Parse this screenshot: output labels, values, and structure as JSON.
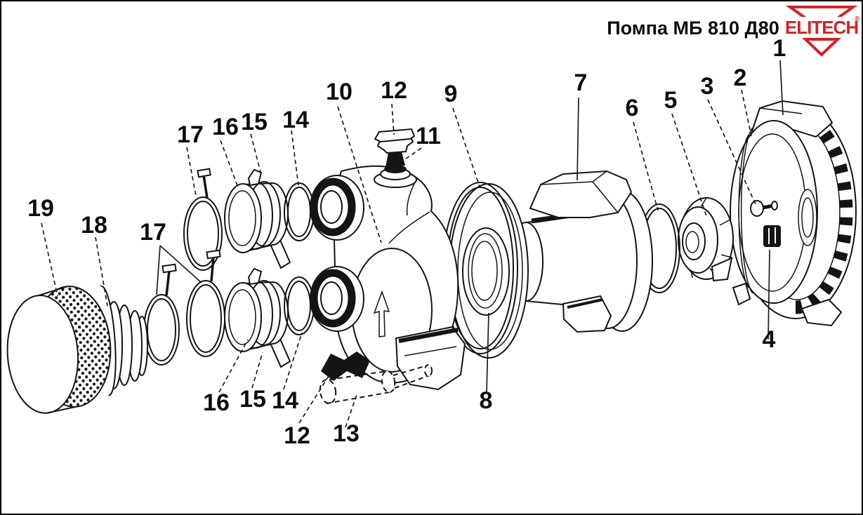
{
  "title": "Помпа МБ 810 Д80",
  "brand": {
    "name": "ELITECH",
    "registered_mark": "®",
    "color": "#d2232a"
  },
  "callouts": [
    {
      "label": "19"
    },
    {
      "label": "18"
    },
    {
      "label": "17"
    },
    {
      "label": "17"
    },
    {
      "label": "16"
    },
    {
      "label": "15"
    },
    {
      "label": "14"
    },
    {
      "label": "10"
    },
    {
      "label": "12"
    },
    {
      "label": "11"
    },
    {
      "label": "9"
    },
    {
      "label": "7"
    },
    {
      "label": "6"
    },
    {
      "label": "5"
    },
    {
      "label": "3"
    },
    {
      "label": "2"
    },
    {
      "label": "1"
    },
    {
      "label": "4"
    },
    {
      "label": "8"
    },
    {
      "label": "16"
    },
    {
      "label": "15"
    },
    {
      "label": "14"
    },
    {
      "label": "12"
    },
    {
      "label": "13"
    }
  ]
}
